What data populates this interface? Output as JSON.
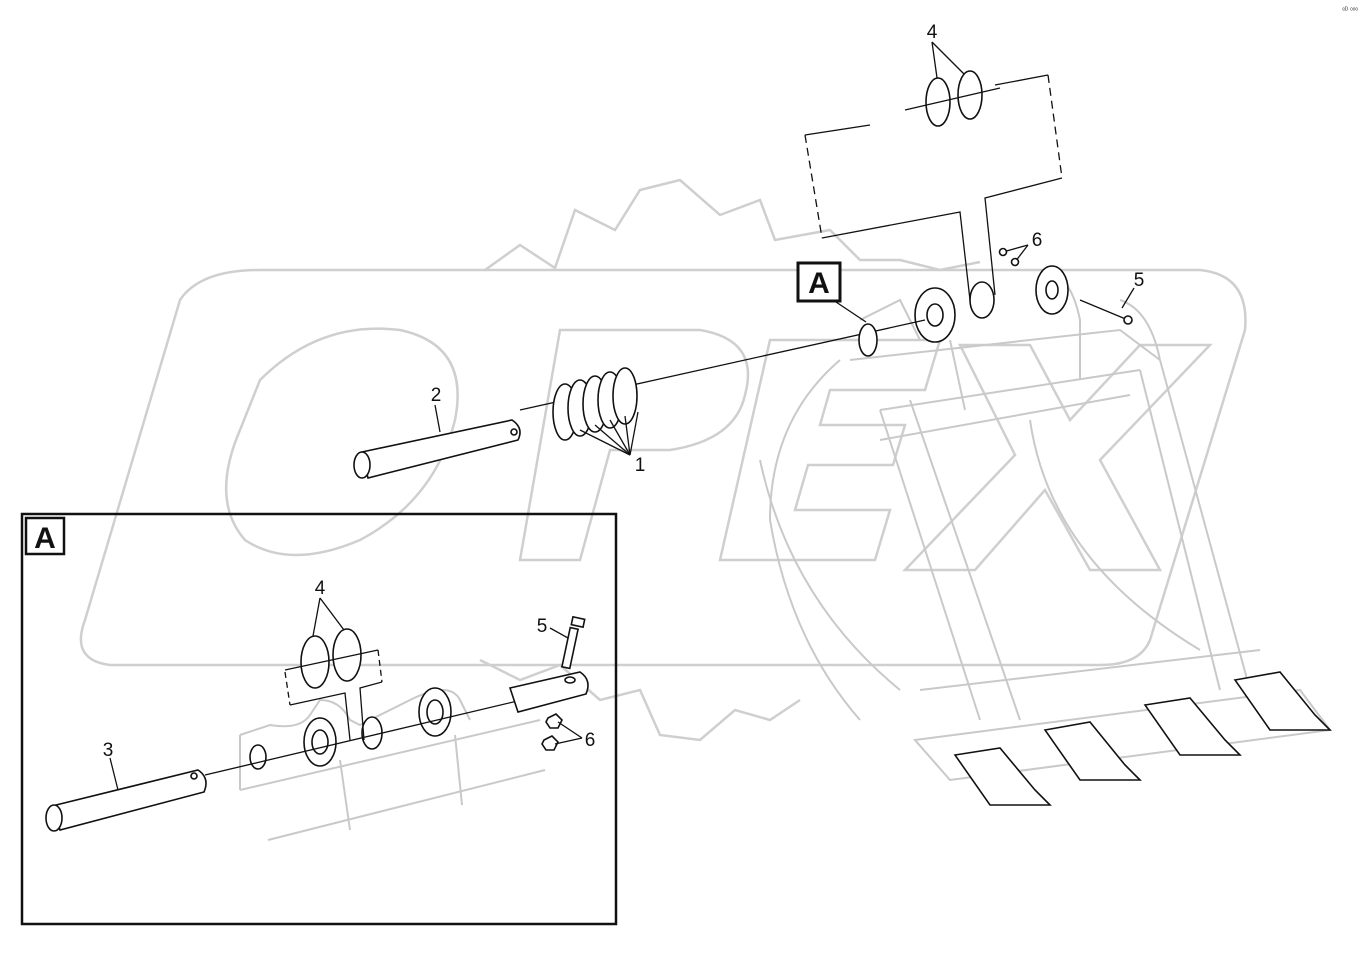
{
  "watermark": {
    "text": "OPEX"
  },
  "corner_mark": "ᵉᴰ ᵒᵒᵒ",
  "main_view": {
    "callout_box_label": "A",
    "labels": {
      "item_1": "1",
      "item_2": "2",
      "item_4": "4",
      "item_5": "5",
      "item_6": "6"
    }
  },
  "detail_view": {
    "box_label": "A",
    "labels": {
      "item_3": "3",
      "item_4": "4",
      "item_5": "5",
      "item_6": "6"
    }
  }
}
